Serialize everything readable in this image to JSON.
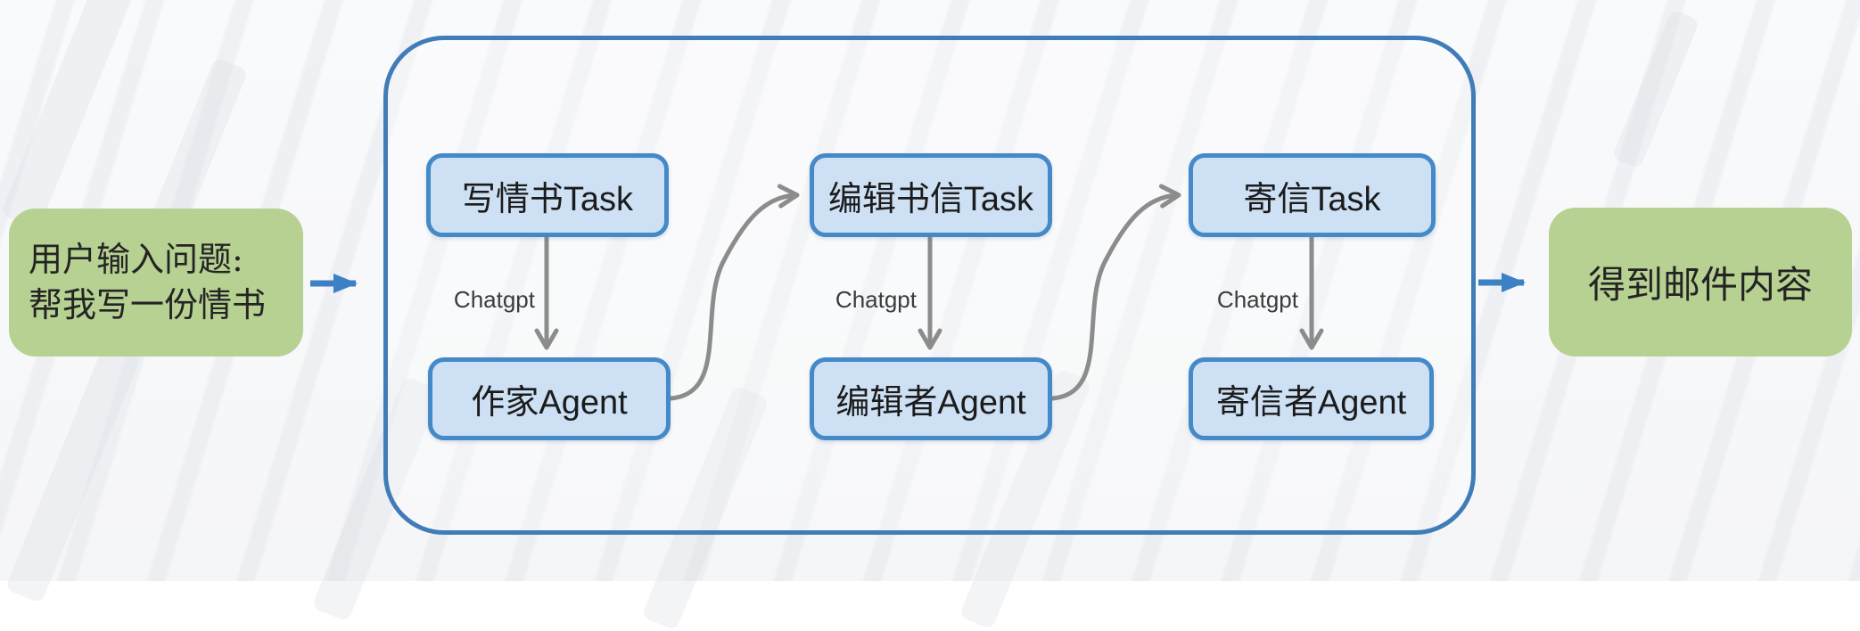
{
  "diagram": {
    "input_node": {
      "lines": [
        "用户输入问题:",
        "帮我写一份情书"
      ]
    },
    "output_node": {
      "label": "得到邮件内容"
    },
    "columns": [
      {
        "task": "写情书Task",
        "llm": "Chatgpt",
        "agent": "作家Agent"
      },
      {
        "task": "编辑书信Task",
        "llm": "Chatgpt",
        "agent": "编辑者Agent"
      },
      {
        "task": "寄信Task",
        "llm": "Chatgpt",
        "agent": "寄信者Agent"
      }
    ],
    "colors": {
      "background": "#f8f9fb",
      "green_node_fill": "#b6d192",
      "blue_node_fill": "#cde0f4",
      "blue_node_border": "#4489c8",
      "container_border": "#3f7cb8",
      "arrow_blue": "#3e80c4",
      "arrow_gray": "#8c8c8c",
      "text": "#1b1b1b"
    }
  }
}
